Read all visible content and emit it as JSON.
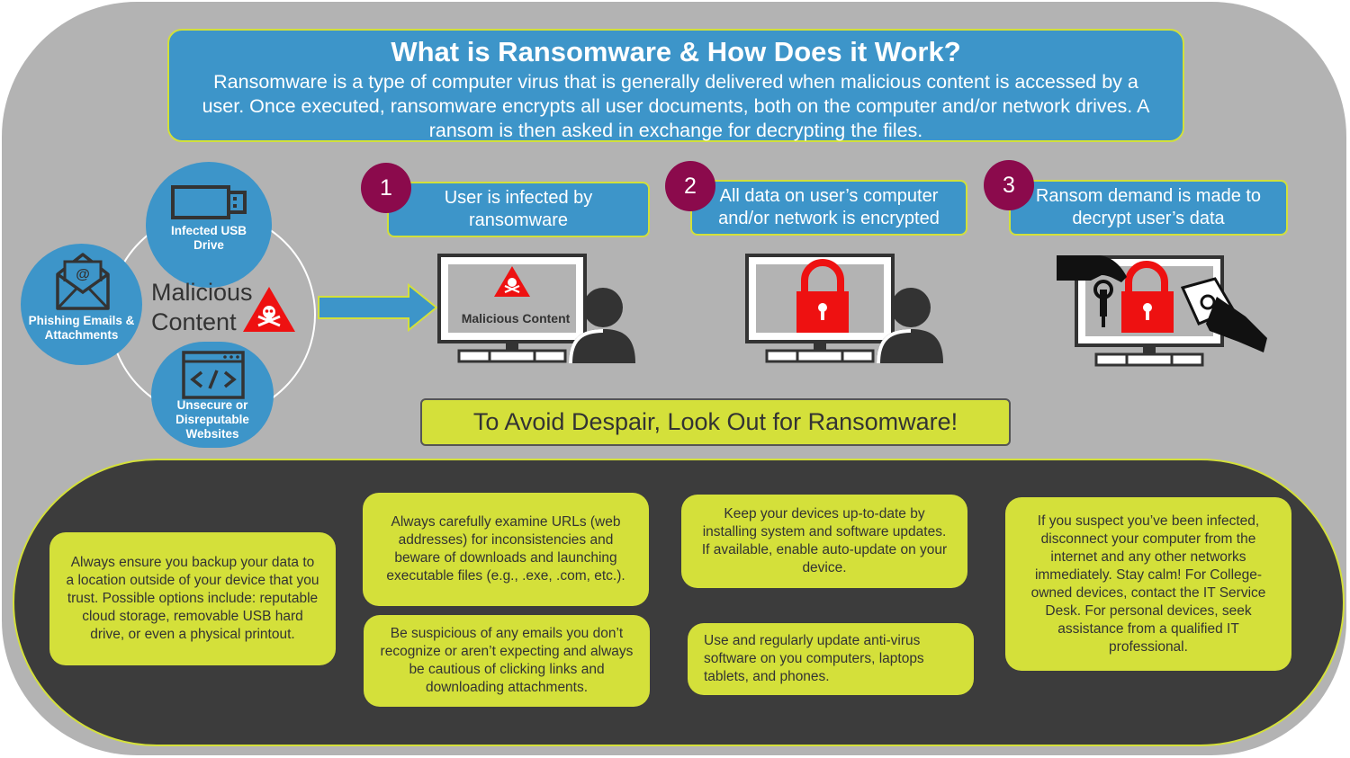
{
  "header": {
    "title": "What is Ransomware & How Does it Work?",
    "description": "Ransomware is a type of computer virus that is generally delivered when malicious content is accessed by a user.  Once executed, ransomware encrypts all user documents, both on the computer and/or network drives. A ransom is then asked in exchange for decrypting the files."
  },
  "sources": {
    "usb": "Infected USB Drive",
    "phishing": "Phishing Emails & Attachments",
    "websites": "Unsecure or Disreputable Websites",
    "center_line1": "Malicious",
    "center_line2": "Content"
  },
  "steps": [
    {
      "number": "1",
      "label": "User is infected by ransomware",
      "screen_text": "Malicious Content"
    },
    {
      "number": "2",
      "label": "All data on user’s computer and/or network is encrypted"
    },
    {
      "number": "3",
      "label": "Ransom demand is made to decrypt user’s data"
    }
  ],
  "tagline": "To Avoid Despair, Look Out for Ransomware!",
  "tips": {
    "backup": "Always ensure you backup your data to a location outside of your device that you trust. Possible options include:  reputable cloud storage, removable USB hard drive, or even a physical printout.",
    "urls": "Always carefully examine URLs (web addresses) for inconsistencies and beware of downloads and launching executable files (e.g., .exe, .com, etc.).",
    "emails": "Be suspicious of any emails you don’t recognize or aren’t expecting and always be cautious of clicking links and downloading attachments.",
    "updates": "Keep your devices up-to-date by installing system and software updates. If available, enable auto-update on your device.",
    "antivirus": "Use and regularly update anti-virus software on you computers, laptops tablets, and phones.",
    "infected": "If you suspect you’ve been infected, disconnect your computer from the internet and any other networks immediately.  Stay calm!  For College-owned devices, contact the IT Service Desk. For personal devices, seek assistance from a qualified IT professional."
  },
  "colors": {
    "background": "#b3b3b3",
    "blue": "#3d95c9",
    "accent_yellow": "#d4e03a",
    "step_number": "#8b0a4c",
    "warning_red": "#ee1111",
    "dark_panel": "#3c3c3c"
  }
}
